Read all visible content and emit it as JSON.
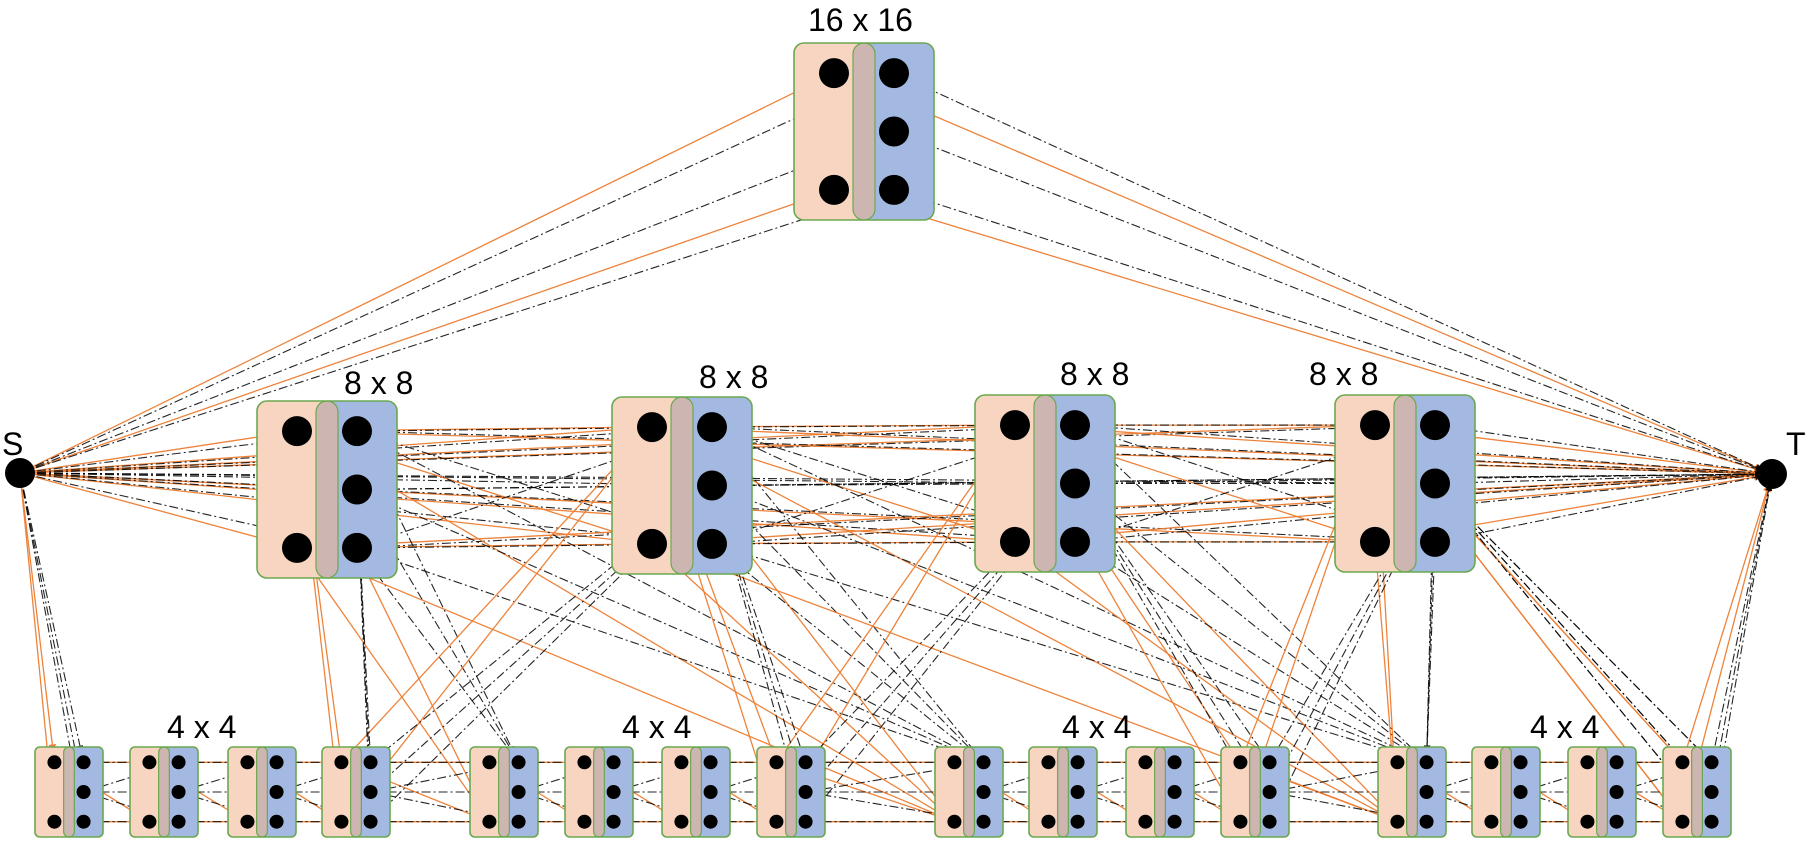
{
  "labels": {
    "source": "S",
    "sink": "T",
    "top_group": "16 x 16",
    "mid_groups": [
      "8 x 8",
      "8 x 8",
      "8 x 8",
      "8 x 8"
    ],
    "bottom_groups": [
      "4 x 4",
      "4 x 4",
      "4 x 4",
      "4 x 4"
    ]
  },
  "colors": {
    "left_fill": "#f8d5c0",
    "overlap_fill": "#cdb6b2",
    "right_fill": "#a4b9e2",
    "border": "#6aa84f",
    "orange_edge": "#ed7d31",
    "black_edge": "#000000",
    "node": "#000000"
  },
  "diagram": {
    "levels": [
      {
        "name": "top",
        "group_count": 1,
        "blocks_per_group": 1
      },
      {
        "name": "middle",
        "group_count": 4,
        "blocks_per_group": 1
      },
      {
        "name": "bottom",
        "group_count": 4,
        "blocks_per_group": 4
      }
    ],
    "edge_styles": [
      "orange-solid",
      "black-dashdot"
    ]
  }
}
